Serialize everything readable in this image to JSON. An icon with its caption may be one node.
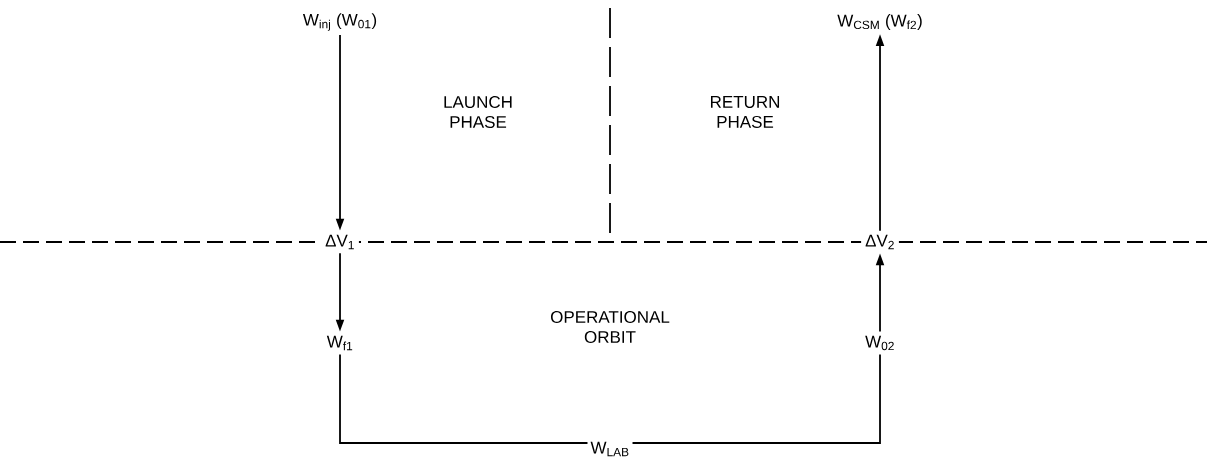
{
  "diagram": {
    "nodes": [
      {
        "text": [
          "W$_{inj}$ (W$_{01}$)"
        ]
      },
      {
        "text": [
          "ΔV$_{1}$"
        ]
      },
      {
        "text": [
          "W$_{f1}$"
        ]
      },
      {
        "text": [
          "W$_{02}$"
        ]
      },
      {
        "text": [
          "ΔV$_{2}$"
        ]
      },
      {
        "text": [
          "W$_{CSM}$ (W$_{f2}$)"
        ]
      }
    ],
    "edges": [
      {
        "from": 0,
        "to": 1,
        "arrow": "to"
      },
      {
        "from": 1,
        "to": 2,
        "arrow": "to"
      },
      {
        "from": 2,
        "to": 3,
        "arrow": "none",
        "label": "W$_{LAB}$"
      },
      {
        "from": 3,
        "to": 4,
        "arrow": "to"
      },
      {
        "from": 4,
        "to": 5,
        "arrow": "to"
      }
    ],
    "labels": [
      "LAUNCH PHASE",
      "RETURN PHASE",
      "OPERATIONAL ORBIT"
    ]
  }
}
